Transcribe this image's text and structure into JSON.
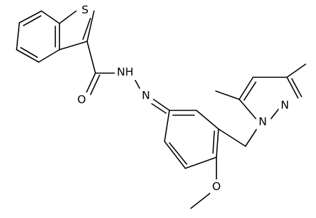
{
  "molecule": {
    "atoms": {
      "sulfur": "S",
      "hydrazide_nh": "NH",
      "hydrazone_n": "N",
      "carbonyl_o": "O",
      "methoxy_o": "O",
      "pyrazole_n1": "N",
      "pyrazole_n2": "N"
    }
  }
}
